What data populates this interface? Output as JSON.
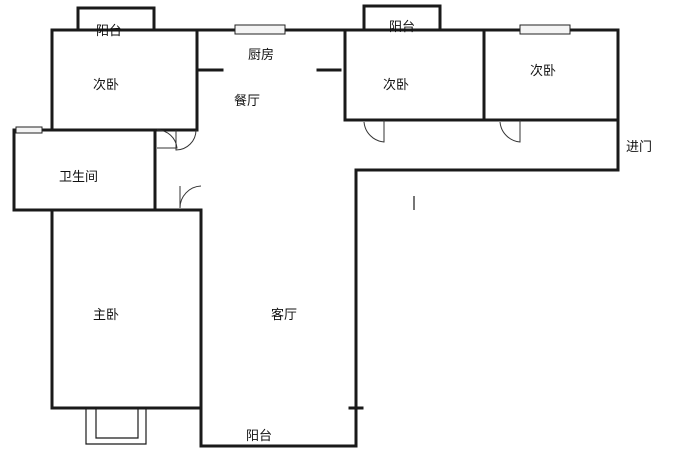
{
  "rooms": {
    "balcony_top_left": "阳台",
    "bedroom_top_left": "次卧",
    "kitchen": "厨房",
    "dining": "餐厅",
    "balcony_top_mid": "阳台",
    "bedroom_mid": "次卧",
    "bedroom_right": "次卧",
    "entrance": "进门",
    "bathroom": "卫生间",
    "master_bedroom": "主卧",
    "living_room": "客厅",
    "balcony_bottom": "阳台"
  }
}
